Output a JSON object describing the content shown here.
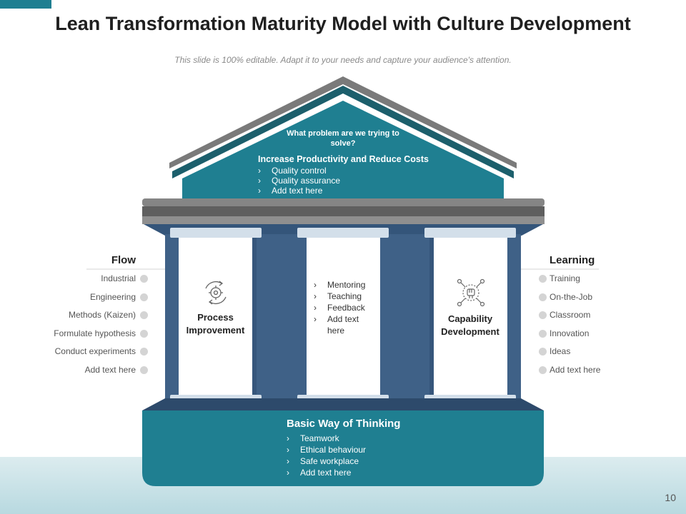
{
  "title": "Lean Transformation Maturity Model with Culture Development",
  "subtitle": "This slide is 100% editable. Adapt it to your needs and capture your audience's attention.",
  "page_number": "10",
  "chevron": "›",
  "roof": {
    "question": "What problem are we trying to solve?",
    "heading": "Increase Productivity  and Reduce Costs",
    "items": [
      "Quality control",
      "Quality assurance",
      "Add text here"
    ]
  },
  "pillars": {
    "left": {
      "label": "Process Improvement",
      "icon": "gear-cycle-icon"
    },
    "middle": {
      "items": [
        "Mentoring",
        "Teaching",
        "Feedback",
        "Add text here"
      ]
    },
    "right": {
      "label": "Capability Development",
      "icon": "fist-network-icon"
    }
  },
  "base": {
    "heading": "Basic Way of Thinking",
    "items": [
      "Teamwork",
      "Ethical behaviour",
      "Safe workplace",
      "Add text here"
    ]
  },
  "flow": {
    "title": "Flow",
    "items": [
      "Industrial",
      "Engineering",
      "Methods (Kaizen)",
      "Formulate hypothesis",
      "Conduct  experiments",
      "Add text here"
    ]
  },
  "learning": {
    "title": "Learning",
    "items": [
      "Training",
      "On-the-Job",
      "Classroom",
      "Innovation",
      "Ideas",
      "Add text here"
    ]
  },
  "colors": {
    "teal": "#1f7f91",
    "dark_teal": "#1c5f6c",
    "pillar_blue": "#3f6187",
    "roof_gray": "#777777",
    "beam_gray": "#5f5f5f",
    "light_band": "#cfe4e9"
  }
}
